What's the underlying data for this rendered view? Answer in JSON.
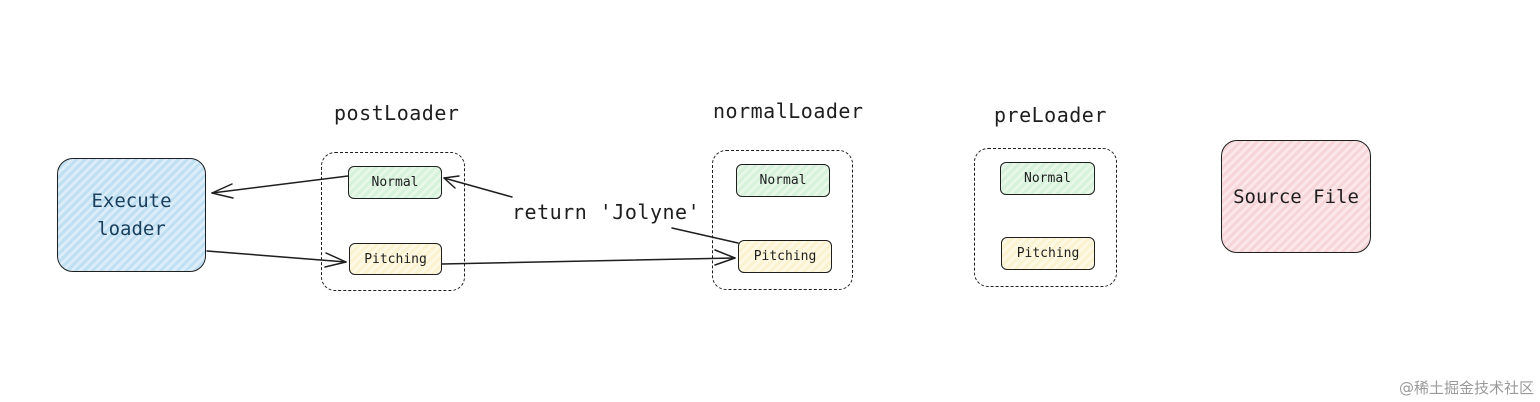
{
  "groups": {
    "post": {
      "label": "postLoader",
      "normal": "Normal",
      "pitching": "Pitching"
    },
    "normal": {
      "label": "normalLoader",
      "normal": "Normal",
      "pitching": "Pitching"
    },
    "pre": {
      "label": "preLoader",
      "normal": "Normal",
      "pitching": "Pitching"
    }
  },
  "execute": {
    "label": "Execute\nloader"
  },
  "source": {
    "label": "Source File"
  },
  "return_note": "return 'Jolyne'",
  "watermark": "@稀土掘金技术社区",
  "colors": {
    "normal_fill": "#d6f2da",
    "pitching_fill": "#fbf3cf",
    "execute_fill": "#bfe0f3",
    "source_fill": "#f6d5d8",
    "stroke": "#1e1e1e"
  }
}
